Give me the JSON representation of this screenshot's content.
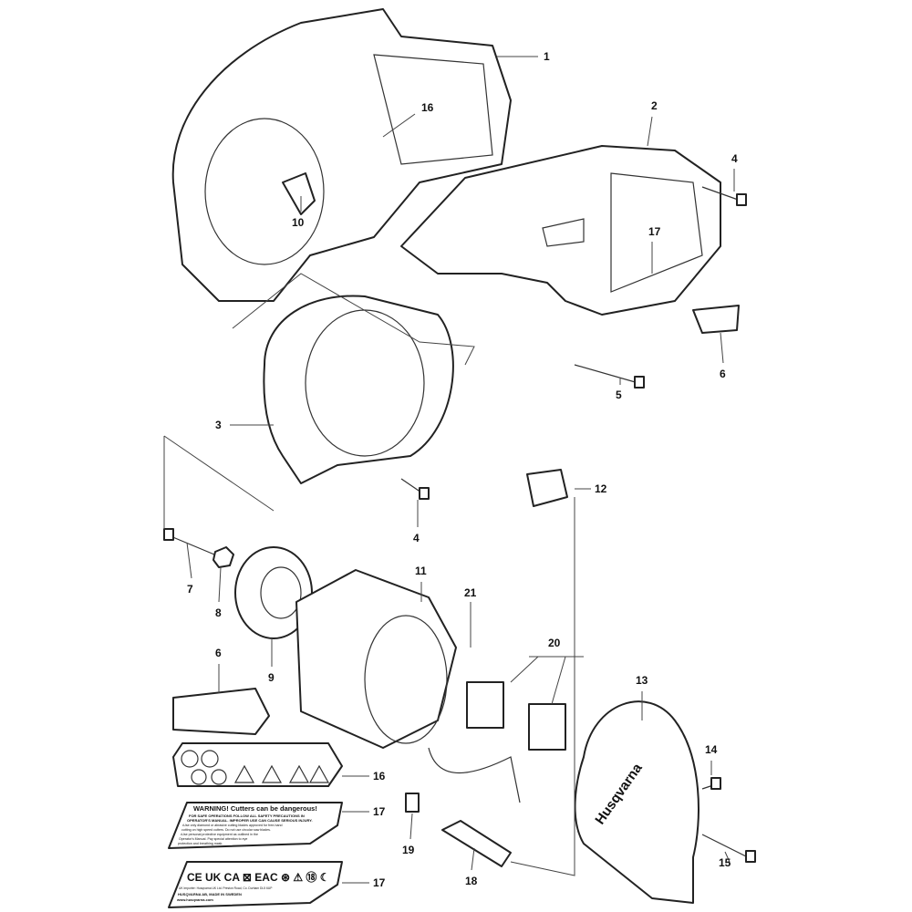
{
  "callouts": [
    "1",
    "16",
    "2",
    "4",
    "10",
    "17",
    "6",
    "5",
    "3",
    "12",
    "4",
    "7",
    "8",
    "9",
    "11",
    "21",
    "20",
    "6",
    "13",
    "14",
    "16",
    "17",
    "19",
    "18",
    "15",
    "17"
  ],
  "stickers": {
    "warning_title": "WARNING! Cutters can be dangerous!",
    "warning_lines": [
      "FOR SAFE OPERATIONS FOLLOW ALL SAFETY PRECAUTIONS IN",
      "OPERATOR'S MANUAL. IMPROPER USE CAN CAUSE SERIOUS INJURY.",
      "•Use only diamond or abrasive cutting blades approved for free-hand",
      "cutting on high speed cutters. Do not use circular saw blades.",
      "•Use personal protective equipment as outlined in the",
      "Operator's Manual. Pay special attention to eye",
      "protection and breathing mask."
    ],
    "cert_marks": "CE  UK CA  ⊠  EAC  ⊛  ⚠  ⑱  ☾",
    "importer": "UK Importer: Husqvarna UK Ltd. Preston Road, Co. Durham DL5 6UP",
    "made_in": "HUSQVARNA AB, MADE IN SWEDEN",
    "website": "www.husqvarna.com"
  },
  "brand_logo": "Husqvarna"
}
